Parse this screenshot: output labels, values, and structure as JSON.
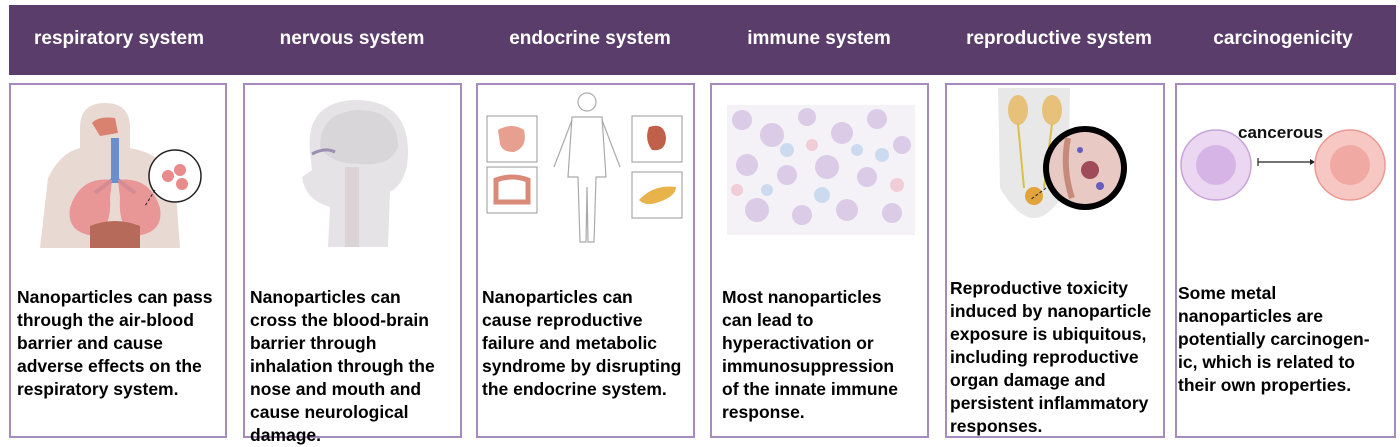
{
  "header": {
    "titles": [
      "respiratory system",
      "nervous system",
      "endocrine system",
      "immune system",
      "reproductive system",
      "carcinogenicity"
    ]
  },
  "panels": [
    {
      "text": "Nanoparticles can pass\nthrough the air-blood\nbarrier and cause\nadverse effects on the\nrespiratory system."
    },
    {
      "text": "Nanoparticles can\ncross the blood-brain\nbarrier through\ninhalation through the\nnose and mouth and\ncause neurological\ndamage."
    },
    {
      "text": "Nanoparticles can\ncause reproductive\nfailure and metabolic\nsyndrome by disrupting\nthe endocrine system."
    },
    {
      "text": "Most nanoparticles\ncan lead to\nhyperactivation or\nimmunosuppression\nof the innate immune\nresponse."
    },
    {
      "text": "Reproductive toxicity\ninduced by nanoparticle\nexposure is ubiquitous,\nincluding reproductive\norgan damage and\npersistent inflammatory\nresponses."
    },
    {
      "text": "Some metal\nnanoparticles are\npotentially carcinogen-\nic, which is related to\ntheir own properties."
    }
  ],
  "carcinogenicity": {
    "label": "cancerous"
  },
  "colors": {
    "header_bg": "#5b3d6b",
    "panel_border": "#a58bbe"
  }
}
